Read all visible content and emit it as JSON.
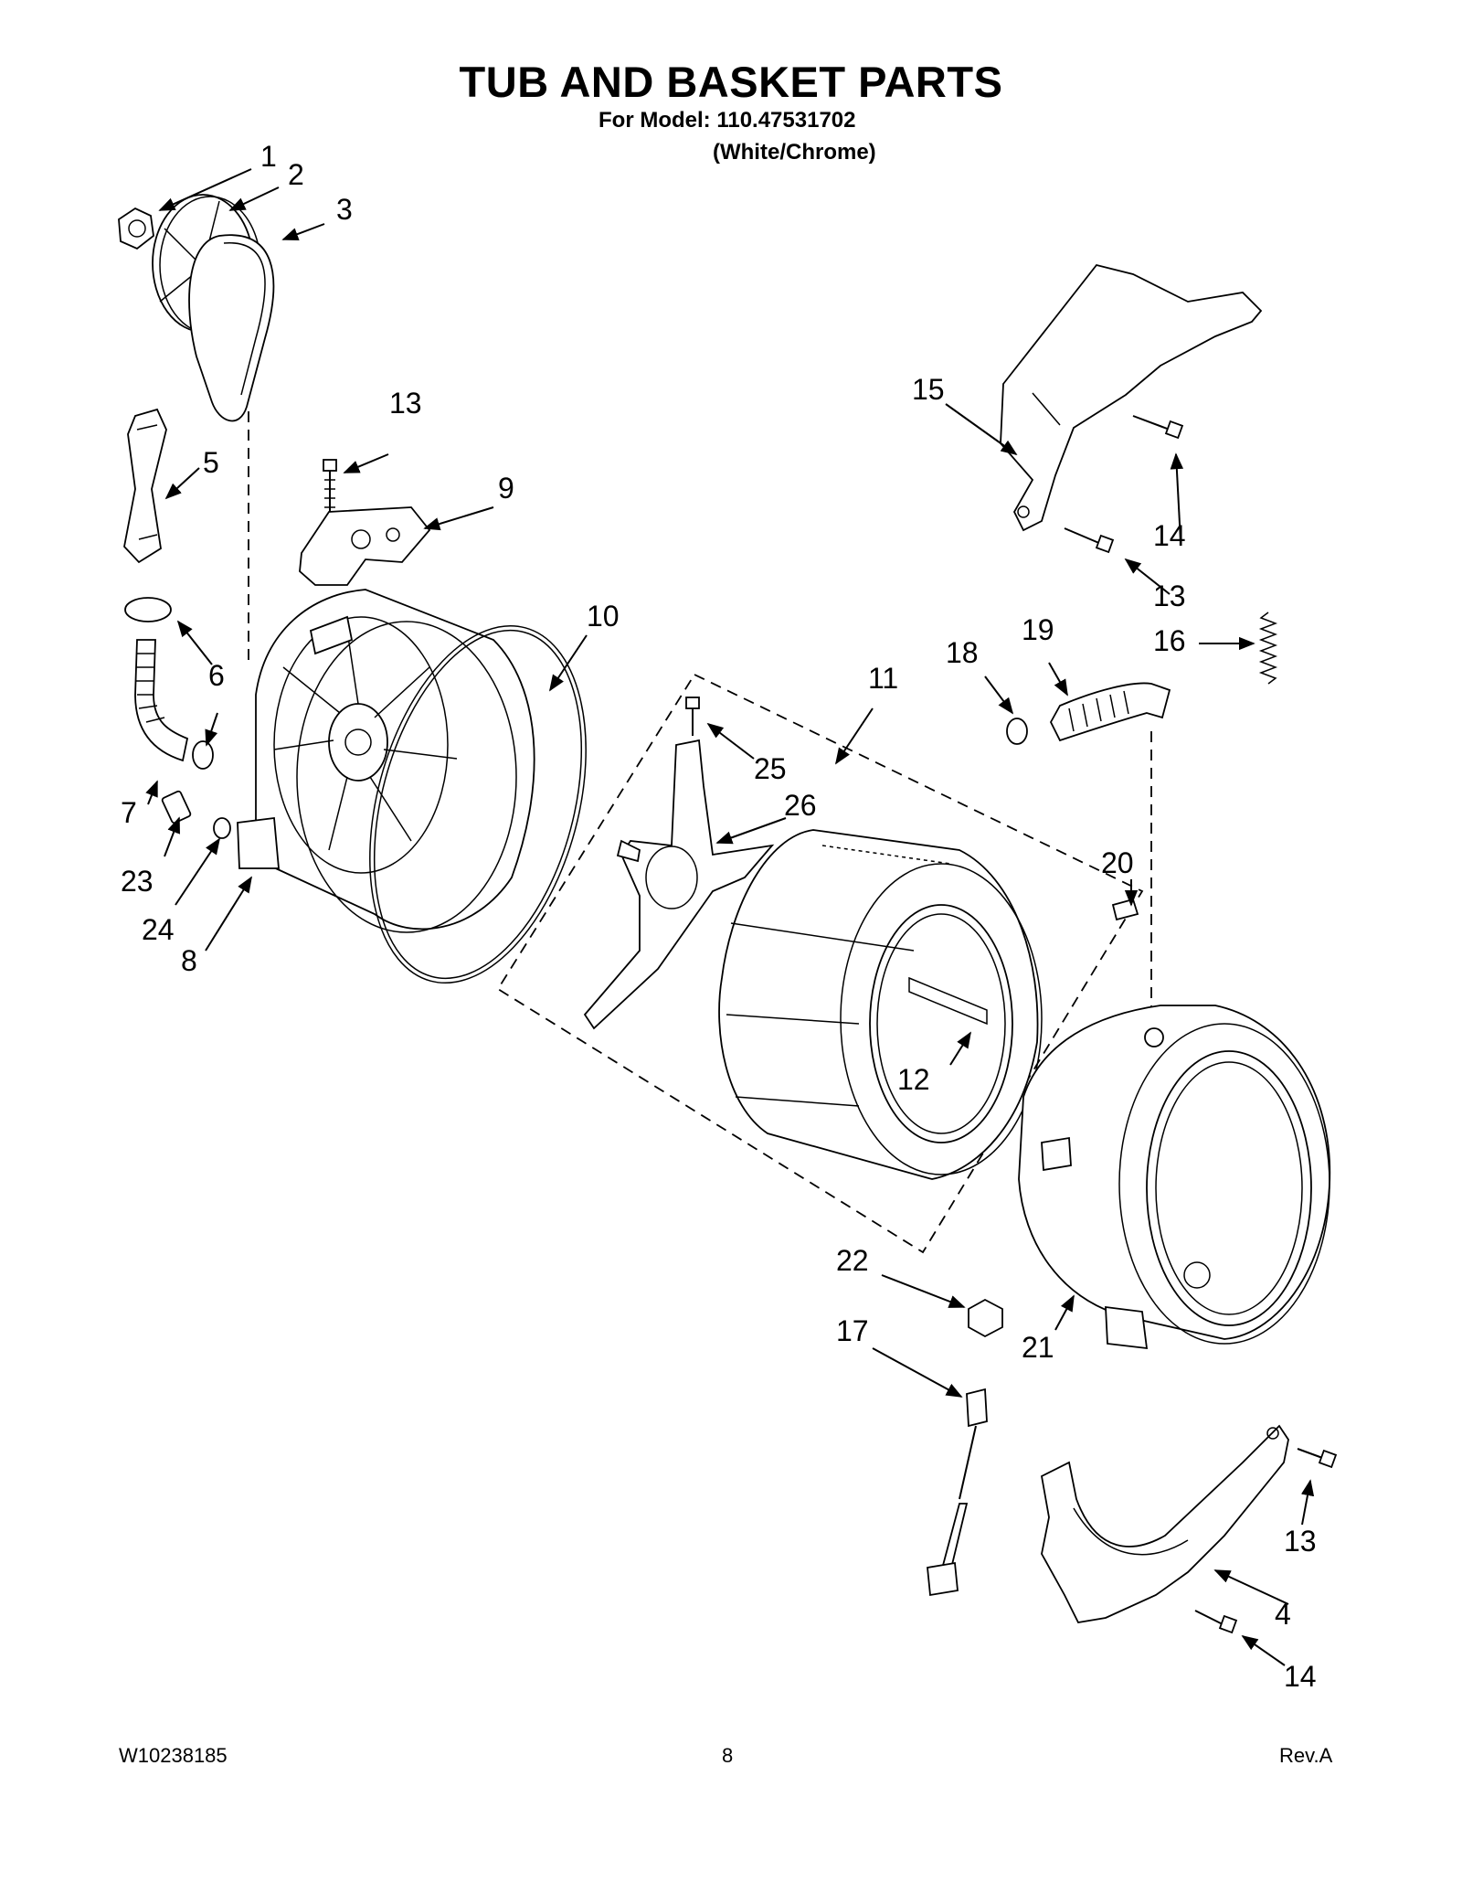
{
  "header": {
    "title": "TUB AND BASKET PARTS",
    "model": "For Model: 110.47531702",
    "color": "(White/Chrome)"
  },
  "footer": {
    "doc_number": "W10238185",
    "page": "8",
    "revision": "Rev.A"
  },
  "callouts": {
    "c1": "1",
    "c2": "2",
    "c3": "3",
    "c4": "4",
    "c5": "5",
    "c6": "6",
    "c7": "7",
    "c8": "8",
    "c9": "9",
    "c10": "10",
    "c11": "11",
    "c12": "12",
    "c13a": "13",
    "c13b": "13",
    "c13c": "13",
    "c14a": "14",
    "c14b": "14",
    "c15": "15",
    "c16": "16",
    "c17": "17",
    "c18": "18",
    "c19": "19",
    "c20": "20",
    "c21": "21",
    "c22": "22",
    "c23": "23",
    "c24": "24",
    "c25": "25",
    "c26": "26"
  }
}
